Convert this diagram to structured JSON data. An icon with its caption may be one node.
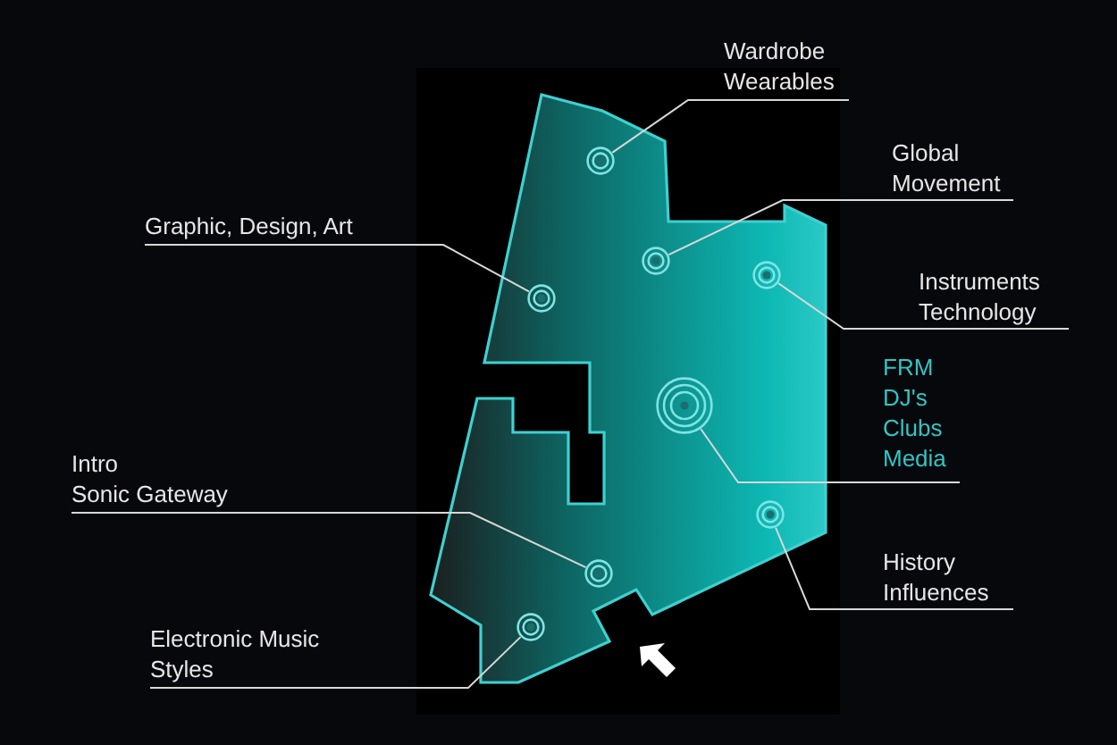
{
  "diagram": {
    "nodes": [
      {
        "text": [
          "Wardrobe",
          "Wearables"
        ]
      },
      {
        "text": [
          "Global",
          "Movement"
        ]
      },
      {
        "text": [
          "Graphic, Design, Art"
        ]
      },
      {
        "text": [
          "Instruments",
          "Technology"
        ]
      },
      {
        "text": [
          "FRM",
          "DJ's",
          "Clubs",
          "Media"
        ]
      },
      {
        "text": [
          "Intro",
          "Sonic Gateway"
        ]
      },
      {
        "text": [
          "History",
          "Influences"
        ]
      },
      {
        "text": [
          "Electronic Music",
          "Styles"
        ]
      },
      {
        "text": [],
        "shape": "circle"
      },
      {
        "text": [],
        "shape": "circle"
      },
      {
        "text": [],
        "shape": "circle"
      },
      {
        "text": [],
        "shape": "circle"
      },
      {
        "text": [],
        "shape": "circle"
      },
      {
        "text": [],
        "shape": "circle"
      },
      {
        "text": [],
        "shape": "circle"
      },
      {
        "text": [],
        "shape": "circle"
      }
    ],
    "edges": [
      {
        "from": 0,
        "to": 8,
        "arrow": "none"
      },
      {
        "from": 1,
        "to": 9,
        "arrow": "none"
      },
      {
        "from": 2,
        "to": 10,
        "arrow": "none"
      },
      {
        "from": 3,
        "to": 11,
        "arrow": "none"
      },
      {
        "from": 4,
        "to": 12,
        "arrow": "none"
      },
      {
        "from": 5,
        "to": 13,
        "arrow": "none"
      },
      {
        "from": 6,
        "to": 14,
        "arrow": "none"
      },
      {
        "from": 7,
        "to": 15,
        "arrow": "none"
      }
    ]
  }
}
